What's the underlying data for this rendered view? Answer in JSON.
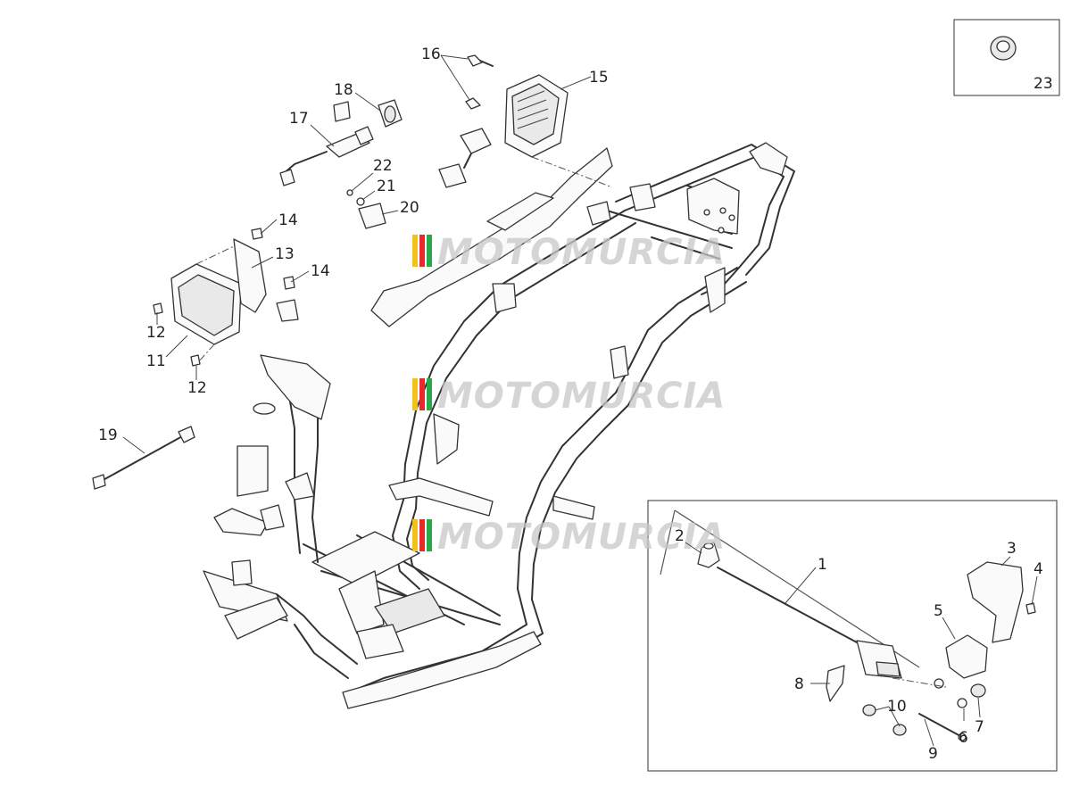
{
  "watermark": {
    "text": "MOTOMURCIA",
    "colors": [
      "#f2c21a",
      "#e8282b",
      "#2aa84a",
      "#aaaaaa"
    ]
  },
  "callouts": {
    "p1": "1",
    "p2": "2",
    "p3": "3",
    "p4": "4",
    "p5": "5",
    "p6": "6",
    "p7": "7",
    "p8": "8",
    "p9": "9",
    "p10": "10",
    "p11": "11",
    "p12a": "12",
    "p12b": "12",
    "p13": "13",
    "p14a": "14",
    "p14b": "14",
    "p15": "15",
    "p16": "16",
    "p17": "17",
    "p18": "18",
    "p19": "19",
    "p20": "20",
    "p21": "21",
    "p22": "22",
    "p23": "23"
  }
}
